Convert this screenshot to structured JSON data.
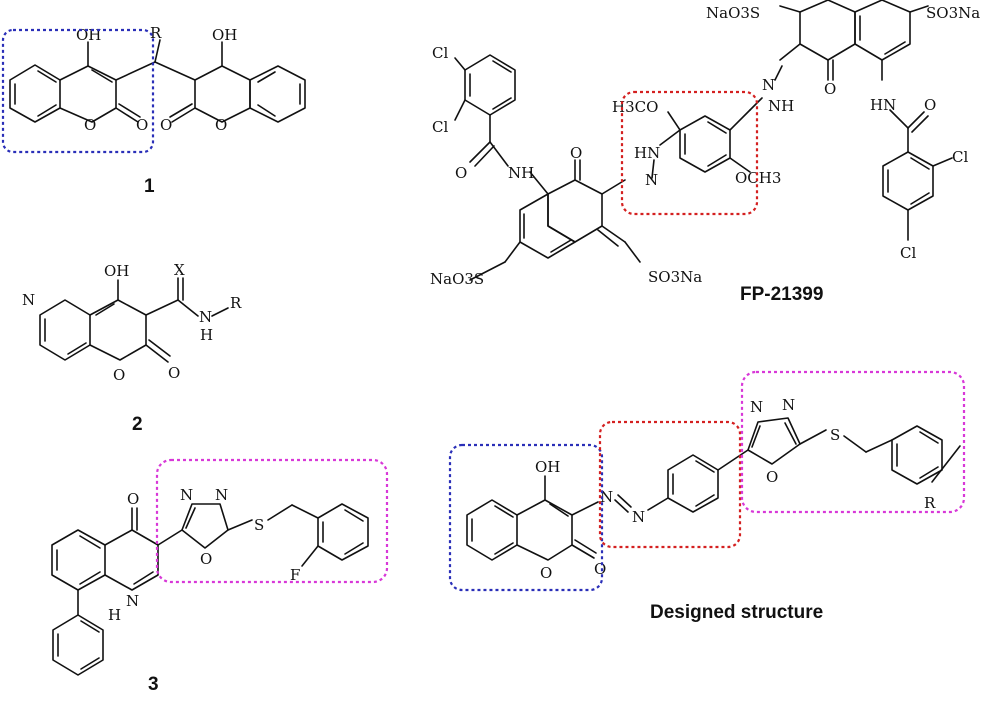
{
  "compounds": {
    "c1": {
      "label": "1",
      "atoms": [
        "OH",
        "R",
        "OH",
        "O",
        "O",
        "O",
        "O"
      ]
    },
    "c2": {
      "label": "2",
      "atoms": [
        "OH",
        "X",
        "N",
        "N",
        "H",
        "R",
        "O",
        "O"
      ]
    },
    "c3": {
      "label": "3",
      "atoms": [
        "O",
        "N",
        "N",
        "O",
        "S",
        "F",
        "N",
        "H"
      ]
    },
    "fp": {
      "label": "FP-21399",
      "atoms": [
        "Cl",
        "Cl",
        "O",
        "NH",
        "O",
        "HN",
        "N",
        "H3CO",
        "OCH3",
        "NaO3S",
        "SO3Na",
        "N",
        "NH",
        "O",
        "HN",
        "O",
        "NaO3S",
        "SO3Na",
        "Cl",
        "Cl"
      ]
    },
    "designed": {
      "label": "Designed structure",
      "atoms": [
        "OH",
        "N",
        "N",
        "O",
        "O",
        "N",
        "N",
        "O",
        "S",
        "R"
      ]
    }
  },
  "highlight_colors": {
    "coumarin": "#2a2fb8",
    "azo": "#d42020",
    "oxadiazole": "#d838d8"
  }
}
